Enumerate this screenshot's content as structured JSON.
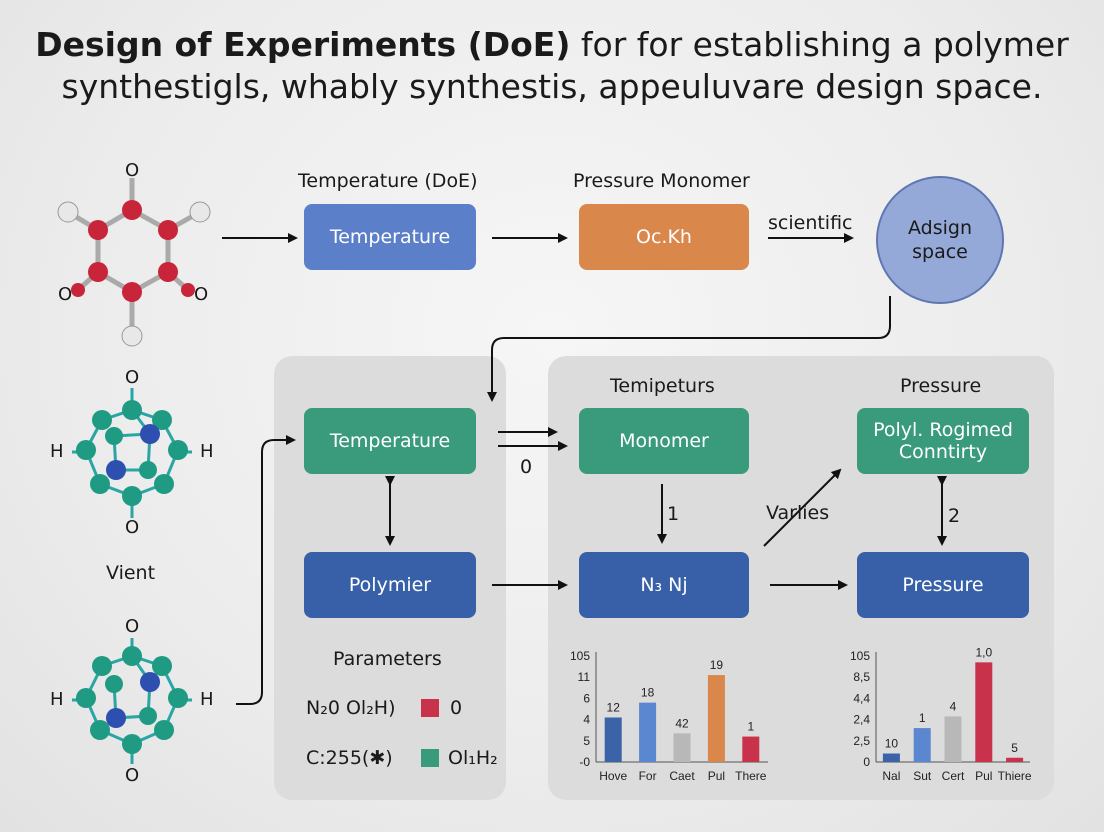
{
  "title": {
    "bold": "Design of Experiments (DoE)",
    "line1_rest": " for for establishing a polymer",
    "line2": "synthestigls, whably synthestis, appeuluvare design space."
  },
  "top_row": {
    "label1": "Temperature (DoE)",
    "box1": "Temperature",
    "label2": "Pressure Monomer",
    "box2": "Oc.Kh",
    "arrow_label": "scientific",
    "circle": "Adsign space"
  },
  "molecules": {
    "m1_atom_labels": [
      "O",
      "O",
      "O"
    ],
    "m2_atom_labels": [
      "O",
      "H",
      "H",
      "O"
    ],
    "m3_atom_labels": [
      "O",
      "H",
      "H",
      "O"
    ],
    "caption": "Vient"
  },
  "left_panel": {
    "box_top": "Temperature",
    "box_bottom": "Polymier",
    "arrow_label": "0",
    "params_title": "Parameters",
    "legend": [
      {
        "label": "N₂0 Ol₂H)",
        "value": "0",
        "color": "#c8324a"
      },
      {
        "label": "C:255(✱)",
        "value": "Ol₁H₂",
        "color": "#3a9a7c"
      }
    ]
  },
  "right_panel": {
    "col1_title": "Temipeturs",
    "col1_box_top": "Monomer",
    "col1_box_bottom": "N₃ Nj",
    "col1_arrow_label": "1",
    "diag_label": "Varlies",
    "col2_title": "Pressure",
    "col2_box_top": "Polyl. Rogimed Conntirty",
    "col2_box_bottom": "Pressure",
    "col2_arrow_label": "2"
  },
  "chart_data": [
    {
      "type": "bar",
      "categories": [
        "Hove",
        "For",
        "Caet",
        "Pul",
        "There"
      ],
      "values": [
        4.2,
        5.6,
        2.7,
        8.2,
        2.4
      ],
      "data_labels": [
        "12",
        "18",
        "42",
        "19",
        "1"
      ],
      "yticks": [
        "105",
        "11",
        "6",
        "4",
        "5",
        "-0"
      ],
      "colors": [
        "#3a63a8",
        "#5b86d0",
        "#b8b8b8",
        "#d9874a",
        "#c8324a"
      ],
      "ylim": [
        0,
        10
      ]
    },
    {
      "type": "bar",
      "categories": [
        "Nal",
        "Sut",
        "Cert",
        "Pul",
        "Thiere"
      ],
      "values": [
        0.8,
        3.2,
        4.3,
        9.4,
        0.4
      ],
      "data_labels": [
        "10",
        "1",
        "4",
        "1,0",
        "5"
      ],
      "yticks": [
        "105",
        "8,5",
        "4,4",
        "2,4",
        "2,5",
        "0"
      ],
      "colors": [
        "#3a63a8",
        "#5b86d0",
        "#b8b8b8",
        "#c8324a",
        "#c8324a"
      ],
      "ylim": [
        0,
        10
      ]
    }
  ]
}
